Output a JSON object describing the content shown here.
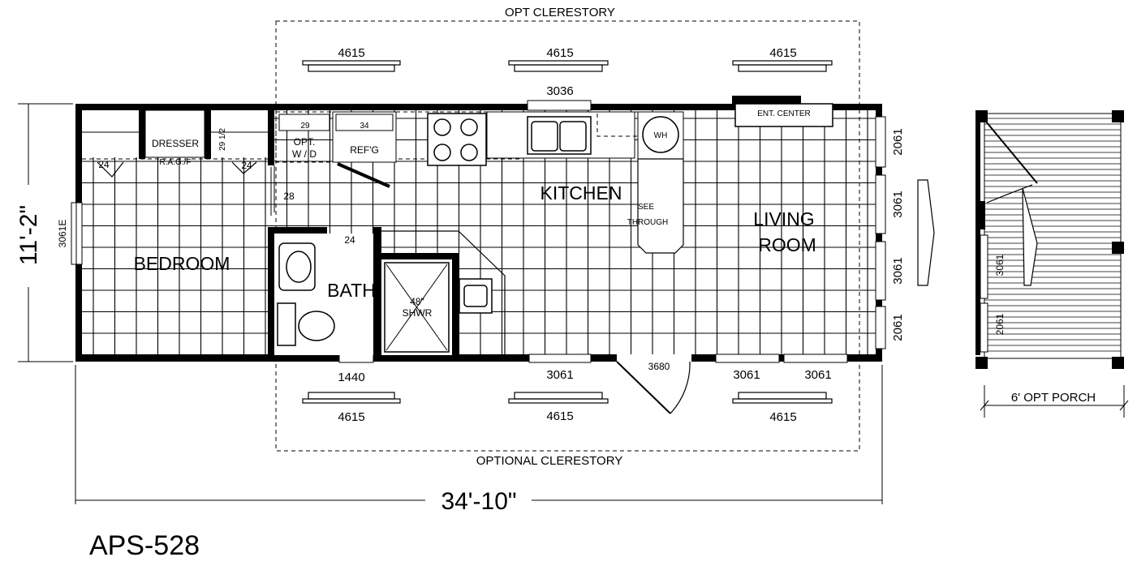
{
  "plan": {
    "model": "APS-528",
    "overall_length": "34'-10\"",
    "overall_width": "11'-2\"",
    "clerestory_top": "OPT CLERESTORY",
    "clerestory_bottom": "OPTIONAL CLERESTORY",
    "rooms": {
      "bedroom": "BEDROOM",
      "bath": "BATH",
      "kitchen": "KITCHEN",
      "living_1": "LIVING",
      "living_2": "ROOM"
    },
    "fixtures": {
      "dresser": "DRESSER",
      "rag": "R.A.G./F",
      "opt_1": "OPT.",
      "opt_2": "W / D",
      "refg": "REF'G",
      "wh": "WH",
      "ent_center": "ENT. CENTER",
      "see": "SEE",
      "through": "THROUGH",
      "shower_1": "48\"",
      "shower_2": "SHWR"
    },
    "window_codes": {
      "clerestory": "4615",
      "kitchen": "3036",
      "bedroom_end": "3061E",
      "bath": "1440",
      "side": "3061",
      "end_small": "2061",
      "door": "3680"
    },
    "small_dims": {
      "closet": "24",
      "closet2": "24",
      "wd": "29",
      "refg": "34",
      "closet_half": "29 1/2",
      "door28": "28",
      "bath24": "24"
    },
    "porch": {
      "label": "6' OPT PORCH",
      "window_side": "3061",
      "window_small": "2061"
    }
  }
}
